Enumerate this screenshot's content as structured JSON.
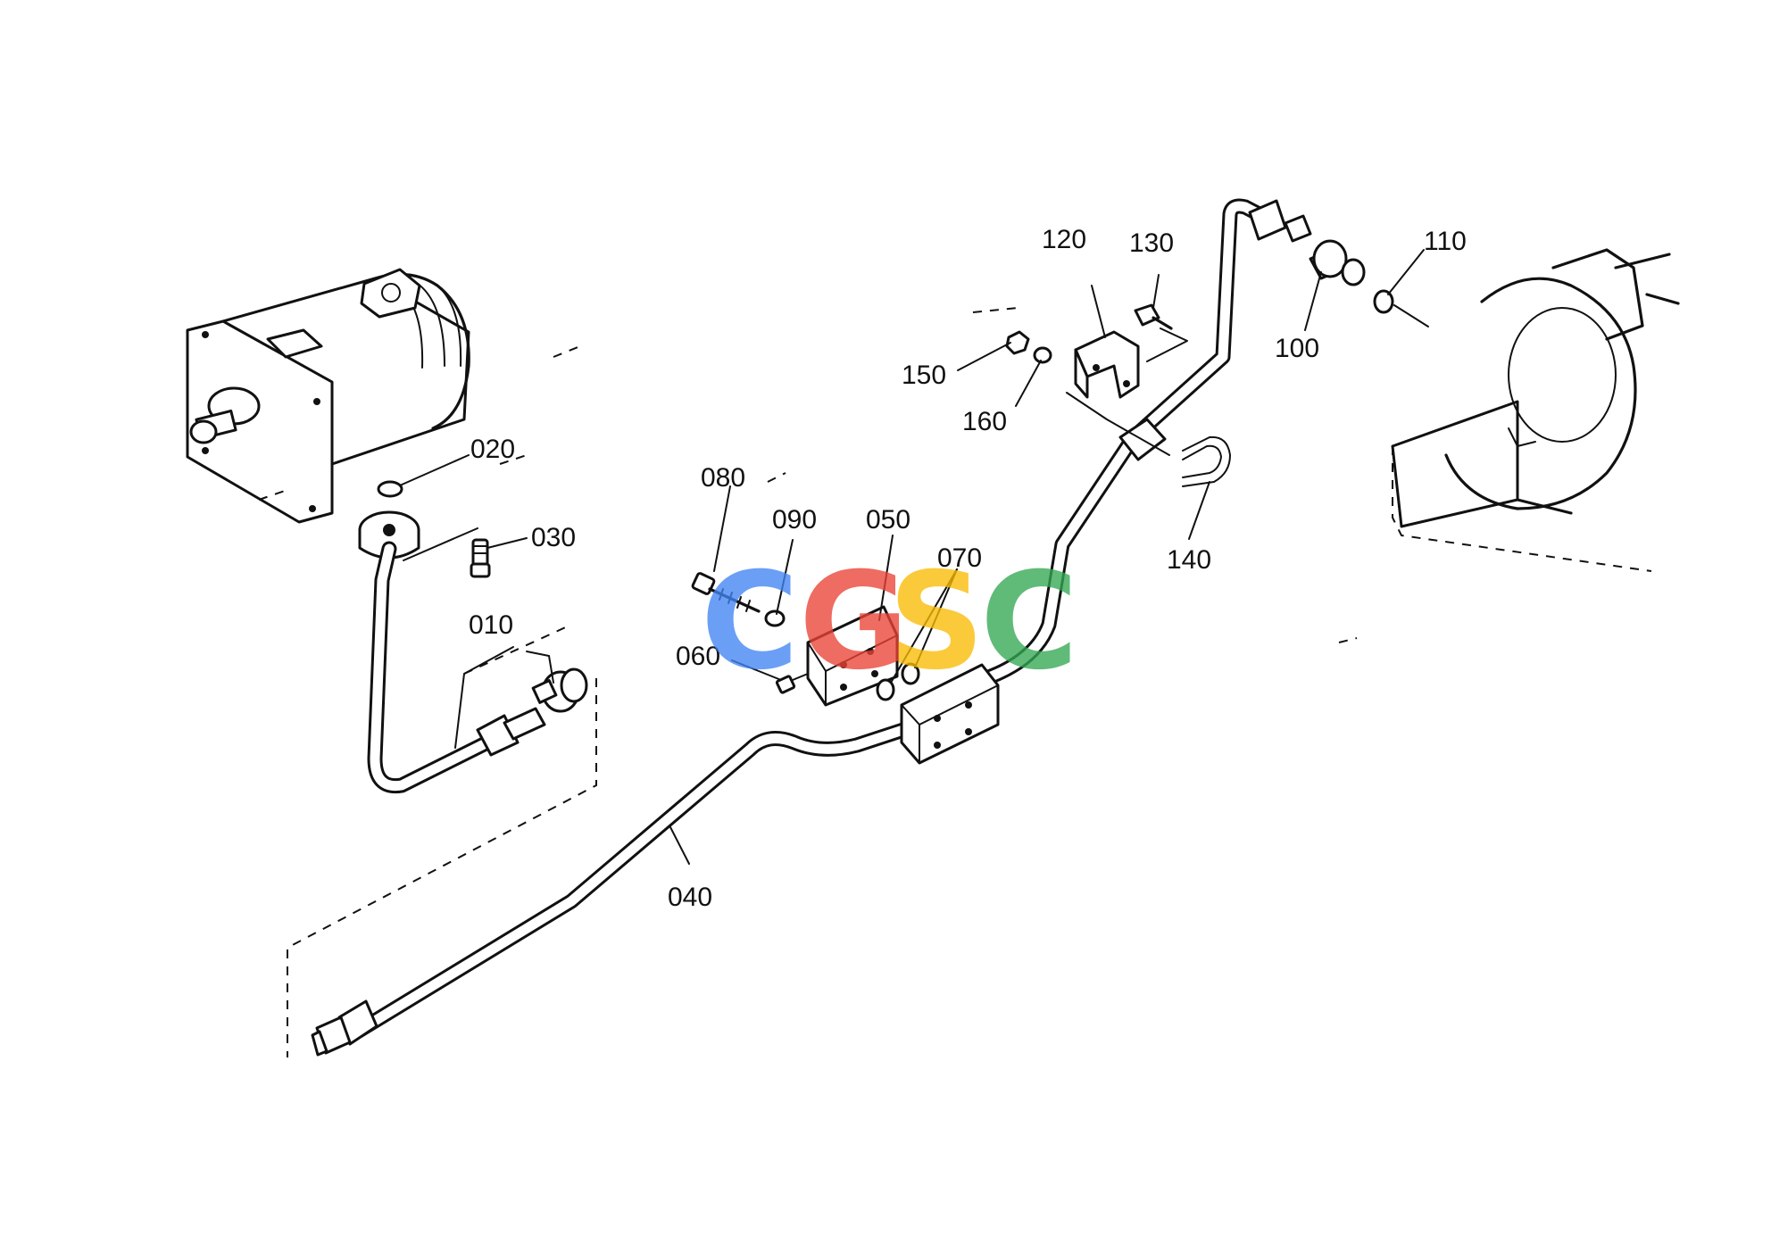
{
  "diagram": {
    "type": "exploded parts diagram",
    "callouts": [
      {
        "id": "010",
        "text": "010"
      },
      {
        "id": "020",
        "text": "020"
      },
      {
        "id": "030",
        "text": "030"
      },
      {
        "id": "040",
        "text": "040"
      },
      {
        "id": "050",
        "text": "050"
      },
      {
        "id": "060",
        "text": "060"
      },
      {
        "id": "070",
        "text": "070"
      },
      {
        "id": "080",
        "text": "080"
      },
      {
        "id": "090",
        "text": "090"
      },
      {
        "id": "100",
        "text": "100"
      },
      {
        "id": "110",
        "text": "110"
      },
      {
        "id": "120",
        "text": "120"
      },
      {
        "id": "130",
        "text": "130"
      },
      {
        "id": "140",
        "text": "140"
      },
      {
        "id": "150",
        "text": "150"
      },
      {
        "id": "160",
        "text": "160"
      }
    ]
  },
  "watermark": {
    "letters": [
      {
        "char": "C",
        "color": "#4285F4"
      },
      {
        "char": "G",
        "color": "#EA4335"
      },
      {
        "char": "S",
        "color": "#FBBC05"
      },
      {
        "char": "C",
        "color": "#34A853"
      }
    ]
  }
}
